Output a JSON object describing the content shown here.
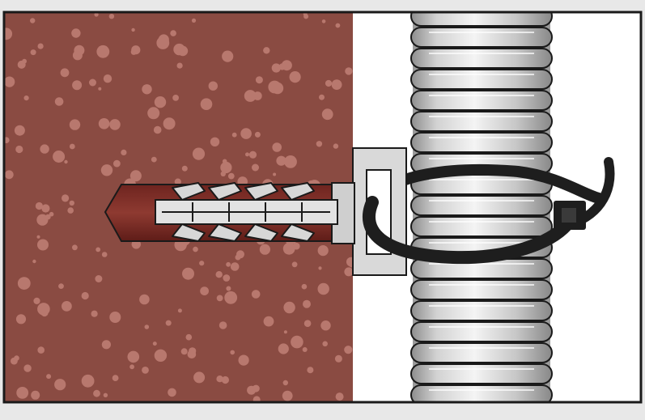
{
  "diagram": {
    "colors": {
      "frame_bg": "#e8e8e8",
      "outline": "#1a1a1a",
      "wall": "#8a4b42",
      "wall_speckle": "#c8877d",
      "gap": "#ffffff",
      "conduit_light": "#f0f0f0",
      "conduit_mid": "#c9c9c9",
      "conduit_dark": "#8d8d8d",
      "plug": "#7a2a24",
      "plug_hole": "#4e1512",
      "anchor_body": "#d9d9d9",
      "tie": "#202020"
    },
    "icons": [
      "brick-wall",
      "wall-plug-anchor",
      "cable-tie",
      "corrugated-conduit"
    ]
  }
}
